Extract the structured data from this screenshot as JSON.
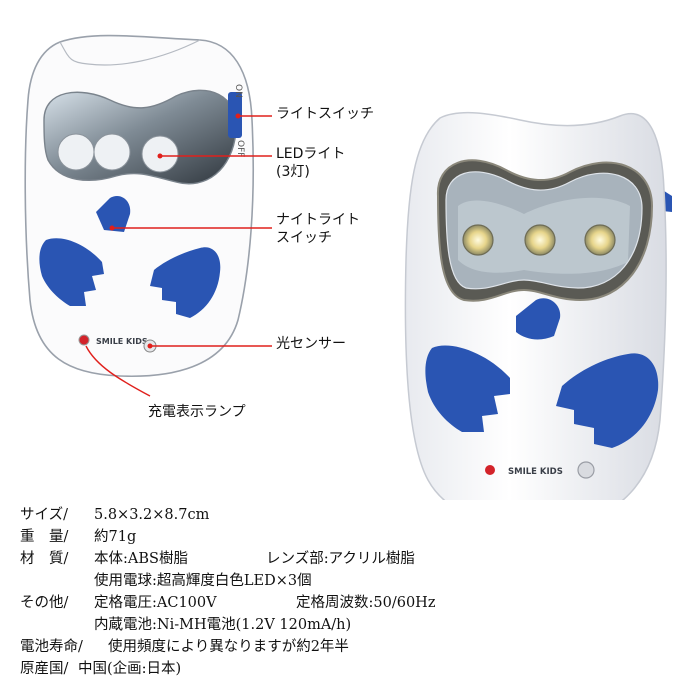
{
  "callouts": {
    "light_switch": "ライトスイッチ",
    "led_light": "LEDライト",
    "led_count": "(3灯)",
    "night_switch_l1": "ナイトライト",
    "night_switch_l2": "スイッチ",
    "light_sensor": "光センサー",
    "charge_lamp": "充電表示ランプ"
  },
  "device_text": {
    "brand": "SMILE KIDS",
    "switch_on": "ON",
    "switch_off": "OFF"
  },
  "specs": {
    "size_label": "サイズ/",
    "size_value": "5.8×3.2×8.7cm",
    "weight_label": "重　量/",
    "weight_value": "約71g",
    "material_label": "材　質/",
    "material_body": "本体:ABS樹脂",
    "material_lens": "レンズ部:アクリル樹脂",
    "bulb": "使用電球:超高輝度白色LED×3個",
    "other_label": "その他/",
    "voltage": "定格電圧:AC100V",
    "frequency": "定格周波数:50/60Hz",
    "battery": "内蔵電池:Ni-MH電池(1.2V 120mA/h)",
    "battery_life_label": "電池寿命/",
    "battery_life_value": "使用頻度により異なりますが約2年半",
    "origin_label": "原産国/",
    "origin_value": "中国(企画:日本)"
  },
  "colors": {
    "accent_blue": "#2a55b3",
    "body_white": "#f5f5f7",
    "lamp_red": "#d3232a",
    "callout_line": "#e0201c"
  }
}
